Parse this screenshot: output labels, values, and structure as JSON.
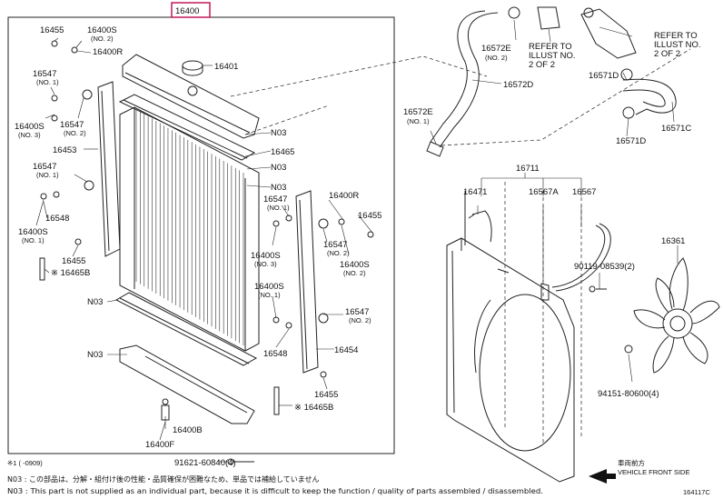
{
  "title_part": "16400",
  "labels": [
    {
      "text": "16455"
    },
    {
      "text": "16400S"
    },
    {
      "text": "(NO. 2)"
    },
    {
      "text": "16400R"
    },
    {
      "text": "16401"
    },
    {
      "text": "16547"
    },
    {
      "text": "(NO. 1)"
    },
    {
      "text": "16400S"
    },
    {
      "text": "(NO. 3)"
    },
    {
      "text": "16547"
    },
    {
      "text": "(NO. 2)"
    },
    {
      "text": "N03"
    },
    {
      "text": "16465"
    },
    {
      "text": "16453"
    },
    {
      "text": "N03"
    },
    {
      "text": "16547"
    },
    {
      "text": "(NO. 1)"
    },
    {
      "text": "N03"
    },
    {
      "text": "16548"
    },
    {
      "text": "16400S"
    },
    {
      "text": "(NO. 1)"
    },
    {
      "text": "16455"
    },
    {
      "text": "※ 16465B"
    },
    {
      "text": "16547"
    },
    {
      "text": "(NO. 1)"
    },
    {
      "text": "16400R"
    },
    {
      "text": "16455"
    },
    {
      "text": "16400S"
    },
    {
      "text": "(NO. 3)"
    },
    {
      "text": "16547"
    },
    {
      "text": "(NO. 2)"
    },
    {
      "text": "16400S"
    },
    {
      "text": "(NO. 2)"
    },
    {
      "text": "16400S"
    },
    {
      "text": "(NO. 1)"
    },
    {
      "text": "N03"
    },
    {
      "text": "16547"
    },
    {
      "text": "(NO. 2)"
    },
    {
      "text": "N03"
    },
    {
      "text": "16548"
    },
    {
      "text": "16454"
    },
    {
      "text": "16455"
    },
    {
      "text": "※ 16465B"
    },
    {
      "text": "16400B"
    },
    {
      "text": "16400F"
    },
    {
      "text": "16572E"
    },
    {
      "text": "(NO. 2)"
    },
    {
      "text": "REFER TO"
    },
    {
      "text": "ILLUST NO."
    },
    {
      "text": "2 OF 2"
    },
    {
      "text": "REFER TO"
    },
    {
      "text": "ILLUST NO."
    },
    {
      "text": "2 OF 2"
    },
    {
      "text": "16571D"
    },
    {
      "text": "16572D"
    },
    {
      "text": "16572E"
    },
    {
      "text": "(NO. 1)"
    },
    {
      "text": "16571C"
    },
    {
      "text": "16571D"
    },
    {
      "text": "16711"
    },
    {
      "text": "16471"
    },
    {
      "text": "16567A"
    },
    {
      "text": "16567"
    },
    {
      "text": "16361"
    },
    {
      "text": "90119-08539(2)"
    },
    {
      "text": "94151-80600(4)"
    },
    {
      "text": "91621-60840(4)"
    }
  ],
  "footnote_range": "※1 (      -0909)",
  "note_jp": "N03 : この部品は、分解・組付け後の性能・品質確保が困難なため、単品では補給していません",
  "note_en": "N03 : This part is not supplied as an individual part, because it is difficult to keep the function / quality of parts assembled / disassembled.",
  "direction_jp": "車両前方",
  "direction_en": "VEHICLE FRONT SIDE",
  "illustration_code": "164117C"
}
